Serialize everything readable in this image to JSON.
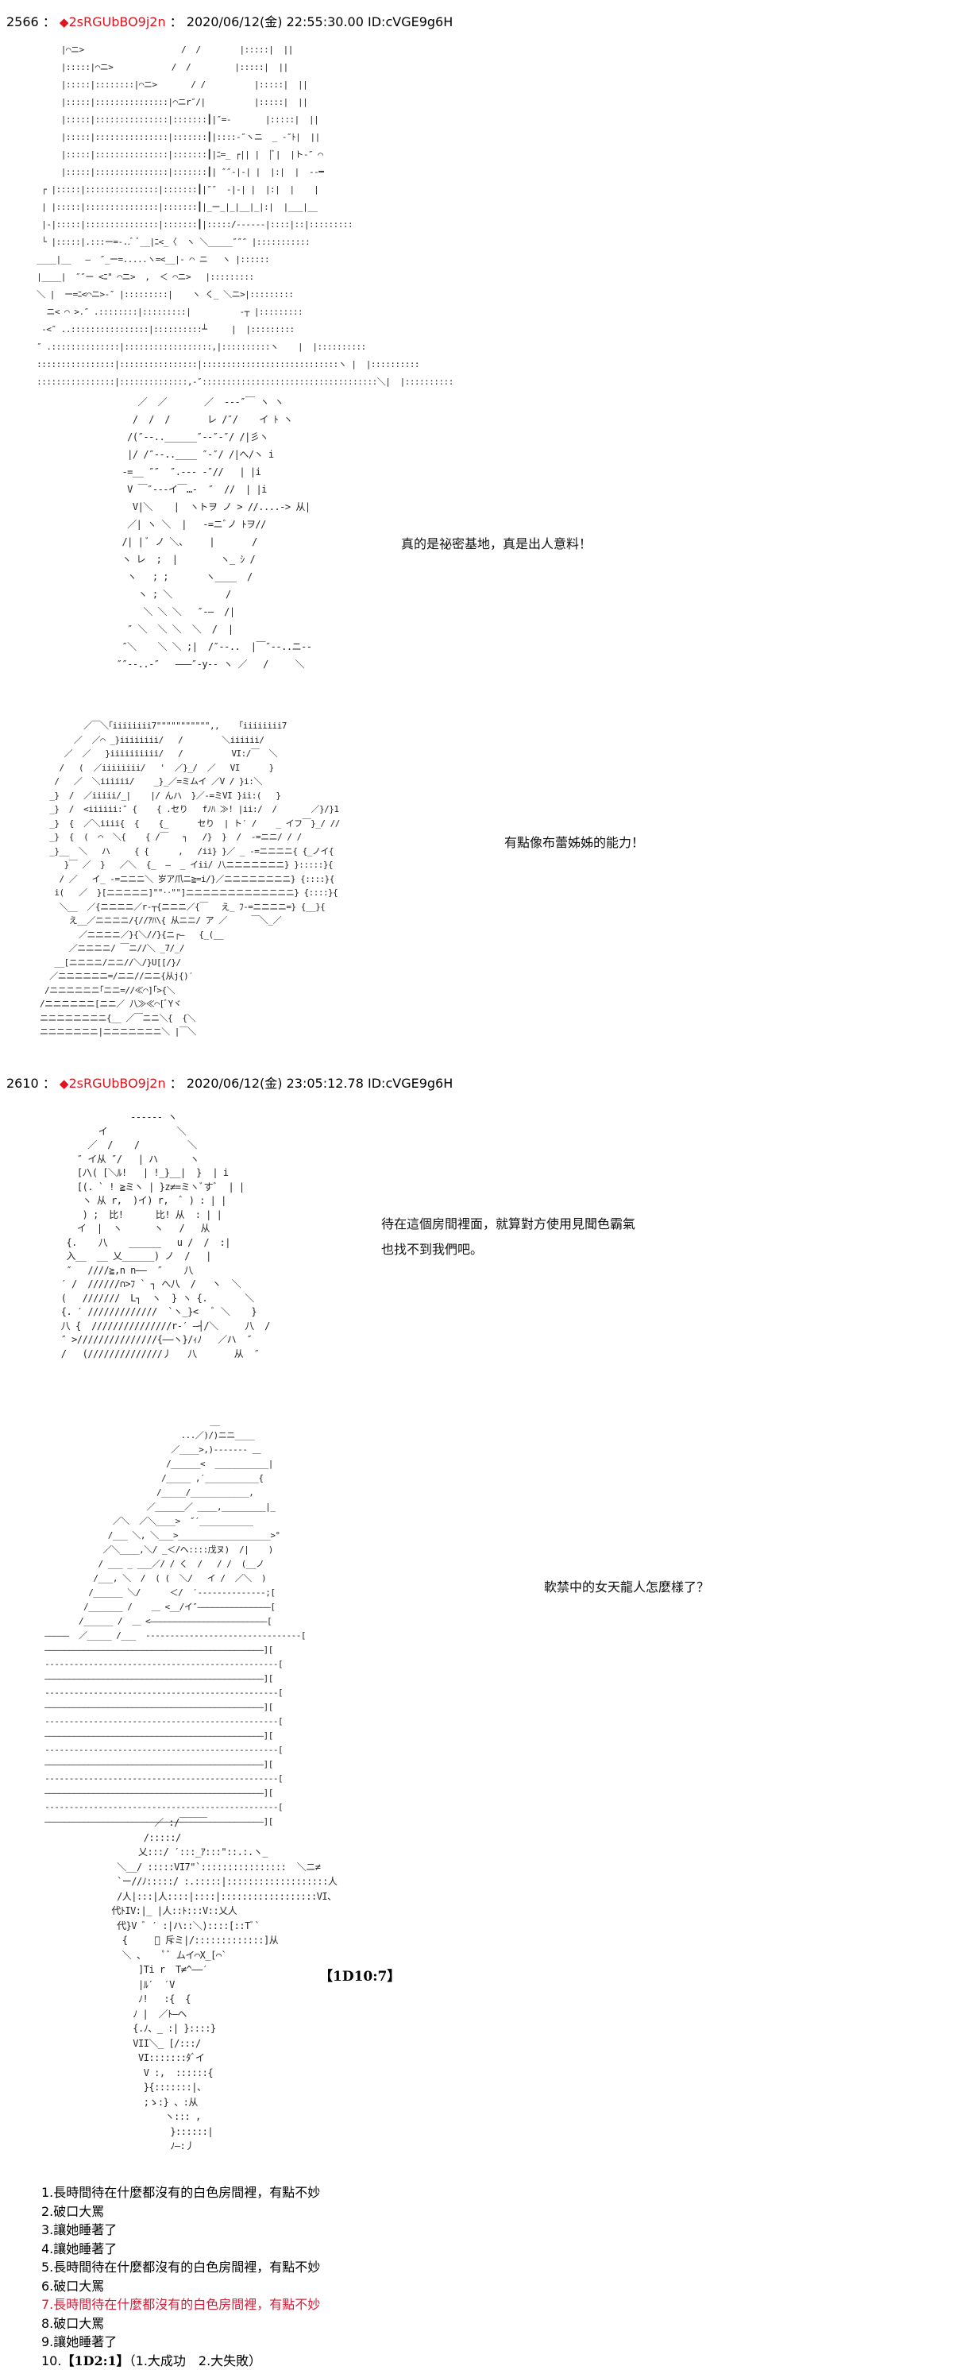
{
  "posts": [
    {
      "number": "2566",
      "separator": "：",
      "trip_marker": "◆",
      "trip": "2sRGUbBO9j2n",
      "separator2": "：",
      "datetime": "2020/06/12(金) 22:55:30.00",
      "id": "ID:cVGE9g6H"
    },
    {
      "number": "2610",
      "separator": "：",
      "trip_marker": "◆",
      "trip": "2sRGUbBO9j2n",
      "separator2": "：",
      "datetime": "2020/06/12(金) 23:05:12.78",
      "id": "ID:cVGE9g6H"
    }
  ],
  "art": {
    "cityscape": "      |⌒ニ>                    /  /        |:::::|  ||\n      |:::::|⌒ニ>            /  /         |:::::|  ||\n      |:::::|::::::::|⌒ニ>       / /          |:::::|  ||\n      |:::::|:::::::::::::::|⌒ニr″/|          |:::::|  ||\n      |:::::|:::::::::::::::|:::::::┃|″=-       |:::::|  ||\n      |:::::|:::::::::::::::|:::::::┃|::::-″ヽニ  _ -″ﾄ|  ||\n      |:::::|:::::::::::::::|:::::::┃|ﾆ=_ ┌|| |  |ﾞ|  |ト-″ ⌒\n      |:::::|:::::::::::::::|:::::::┃| ″″-|-| |  |:|  |  --━\n  ┌ |:::::|:::::::::::::::|:::::::┃|″″  -|-| |  |:|  |    |\n  | |:::::|:::::::::::::::|:::::::┃|_ー_|_|__|_|:|  |___|__\n  |-|:::::|:::::::::::::::|:::::::┃|:::::/------|::::|::|:::::::::\n  └ |:::::|.:::ー=-..ﾞ ﾞ__|ﾆ<_〈  ヽ ＼_____″″″ |:::::::::::\n ____|__   ―  ″_ー=.....ヽ=<__|- ⌒ ニ   ヽ |:::::: \n |____|  ″″ー <ﾆ\" ⌒ニ>  ,  ＜ ⌒ニ>   |:::::::::\n ＼ |  ー=ﾆ<⌒ニ>-″ |:::::::::|    ヽ く_ ＼ニ>|:::::::::\n   ニ< ⌒ >.″ .::::::::|:::::::::|          ‐┬ |:::::::::\n  -<″ ..::::::::::::::::|::::::::::┴     |  |:::::::::\n ″ .::::::::::::::|::::::::::::::::::,|::::::::::ヽ    |  |::::::::::\n ::::::::::::::::|::::::::::::::::|::::::::::::::::::::::::::::ヽ |  |::::::::::\n ::::::::::::::::|::::::::::::::,-″::::::::::::::::::::::::::::::::::::＼|  |::::::::::",
    "man_face": "     ／  ／       ／  -‐‐″￣ ヽ ヽ\n    /  /  /       レ /″/    イ ﾄ ヽ\n   /(″‐-..______″-‐″-″/ /|彡ヽ\n   |/ /″‐-..____ ″-″/ /|へ/ヽ i\n  ‐=__ ″″  ″.-‐- -″//   | |i\n   V ￣″‐‐‐イ￣…-  ″  //  | |i\n    V|＼    |  ヽトヲ ノ > //....-> 从|\n   ／| ヽ ＼  |   -=ニﾞノ ﾄヲ//\n  /| | ﾞ ノ ＼、    |       /\n  ヽ レ  ;  |        ヽ_ ｼ /\n   ヽ   ; ;       ヽ____  /\n     ヽ ; ＼          /\n      ＼ ＼ ＼   ″-―  /|\n   ″ ＼  ＼ ＼  ＼  /  |\n  ″＼    ＼ ＼ ;|  /″‐-..  |￣″‐-..ニ‐-\n ″″‐-..‐″   ―――″‐y‐- ヽ ／   /     ＼",
    "girl_gun": "         ／￣＼｢iiiiiiii7\"\"\"\"\"\"\"\"\"\"\",,    ｢iiiiiiii7\n       ／  ／⌒ _}iiiiiiii/   /        ＼iiiiii/\n     ／  ／   }iiiiiiiiii/   /          VI:/￣  ＼\n    /   (  ／iiiiiiii/   '  ／}_/  ／   VI      }\n   /   ／  ＼iiiiii/    _}_／=ミムイ ／V / }i:＼\n  _}  /  ／iiiii/_|    |/ んハ  }／-=ミVI }ii:(   }\n  _}  /  <iiiiii:″ {    { .セり   fﾉﾊ ≫! |ii:/  /       ／}/}1\n  _}  {  ／＼iiii{  {    {_      セり  | ト′ /    _ イフ￣}_/ //\n  _}  {  (  ⌒  ＼{    { /￣   ┐   /}  }  /  -=ニニ/ / /\n  _}__  ＼   ハ     { {      ,   /ii} }／ _ -=ニニニニ{ {_ノイ{\n     }￣ ／  }   ／＼  {_  ―  _ イii/ 八ニニニニニニニ} }:::::}{\n    / ／   イ_ -=ニニニ＼ 岁ア爪ニ≧=i/}／ニニニニニニニニ} {::::}{\n   i(   ／  }[ニニニニニ]\"\"‥\"\"]ニニニニニニニニニニニニニ} {::::}{\n    ＼__  ／{ニニニニ／r‐┬{ニニニ／{￣ 　え_ ﾌ-=ニニニニ=} {__}{\n      え__／ニニニニ/{//ｱﾊ\\{ 从ニニ/ ア ／     ￣＼_／\n        ／ニニニニ／}{＼//}{ニ┌―   {_(__\n      ／ニニニニ/ ￣ニ//＼ _7/_/\n   __[ニニニニ/ニニ//＼/}U[[/}/\n  ／ニニニニニニ=/ニニ//ニニ{从j{)′\n /ニニニニニニ｢ニニ=//≪⌒]｢>{＼\n/ニニニニニニ[ニニ／ 八≫≪⌒[ﾞYヾ\nニニニニニニニニ{__ ／￣ニニ＼{  {＼\nニニニニニニニ|ニニニニニニニ＼ |￣＼",
    "girl_worried": "              ------ ヽ\n        イ             ＼\n      ／  /    /         ＼\n    ″ イ从 ″/   | ハ      ヽ\n    [ﾉ\\( [＼ﾙ!   | !_}__|  }  | i\n    [(. ` ! ≧ミヽ | }z≠=ミヽﾞすﾞ  | |\n     ヽ 从 r,  )イ) r,  ﾞ ) : | |\n     ) ;  比!      比! 从  : | |\n    イ  |  ヽ      ヽ   /   从\n  {.    八    ______   u /  /  :|\n  入__  __ 乂______) ノ  /   |\n  ″   ////≧,n n――  ″    八\n ′ /  //////∩>ﾌ ` ┐ へ八  /   ヽ  ＼\n (   ///////  L┐  ヽ  } ヽ {.       ＼\n {. ′ /////////////  `ヽ_}<   ﾞ ＼    }\n 八 {  ///////////////r‐′ ―┤/＼     八  /\n ″ >///////////////{――ヽ}/ｨﾉ   ／ハ  ″\n /   (//////////////丿   八       从  ″",
    "dragon_hand": "                                   __\n                             ...／)/)ニニ____\n                           ／____>,)‐‐‐‐‐‐‐ ＿\n                          /______<  ___________|\n                         /_____ ,′___________{\n                        /_____/____________,\n                      ／______／ ____,_________|_\n               ／＼  ／＼____>  ″′___________\n              /___ ＼, ＼___>___________________>°\n             ／＼____,＼/ _＜/へ::::戊ヌ)  /|    )\n            / ___ _ ___／/ / く  /   / /  (__ノ\n           /___, ＼  /  ( (  ＼/   イ /  ／＼  )\n          /______ ＼/      ＜/  ′‐‐‐‐‐‐‐‐‐‐‐‐‐‐;[\n         /_______ /    ＿ <__/イ″―――――――――――――――[\n        /______ /  ＿ <――――――――――――――――――――――――[\n ―――――  ／_____ /___  ‐‐‐‐‐‐‐‐‐‐‐‐‐‐‐‐‐‐‐‐‐‐‐‐‐‐‐‐‐‐‐‐[\n ―――――――――――――――――――――――――――――――――――――――――――――][\n ‐‐‐‐‐‐‐‐‐‐‐‐‐‐‐‐‐‐‐‐‐‐‐‐‐‐‐‐‐‐‐‐‐‐‐‐‐‐‐‐‐‐‐‐‐‐‐‐[\n ―――――――――――――――――――――――――――――――――――――――――――――][\n ‐‐‐‐‐‐‐‐‐‐‐‐‐‐‐‐‐‐‐‐‐‐‐‐‐‐‐‐‐‐‐‐‐‐‐‐‐‐‐‐‐‐‐‐‐‐‐‐[\n ―――――――――――――――――――――――――――――――――――――――――――――][\n ‐‐‐‐‐‐‐‐‐‐‐‐‐‐‐‐‐‐‐‐‐‐‐‐‐‐‐‐‐‐‐‐‐‐‐‐‐‐‐‐‐‐‐‐‐‐‐‐[\n ―――――――――――――――――――――――――――――――――――――――――――――][\n ‐‐‐‐‐‐‐‐‐‐‐‐‐‐‐‐‐‐‐‐‐‐‐‐‐‐‐‐‐‐‐‐‐‐‐‐‐‐‐‐‐‐‐‐‐‐‐‐[\n ―――――――――――――――――――――――――――――――――――――――――――――][\n ‐‐‐‐‐‐‐‐‐‐‐‐‐‐‐‐‐‐‐‐‐‐‐‐‐‐‐‐‐‐‐‐‐‐‐‐‐‐‐‐‐‐‐‐‐‐‐‐[\n ―――――――――――――――――――――――――――――――――――――――――――――][\n ‐‐‐‐‐‐‐‐‐‐‐‐‐‐‐‐‐‐‐‐‐‐‐‐‐‐‐‐‐‐‐‐‐‐‐‐‐‐‐‐‐‐‐‐‐‐‐‐[\n ―――――――――――――――――――――――――――――――――――――――――――――][",
    "small_girl": "              ／ :/￣￣￣\n            /:::::/\n           乂:::/ ′:::_ｱ:::\"::.:.ヽ_\n       ＼__/ :::::VI7\"`::::::::::::::::  ＼ニ≠\n       `ー//ﾉ:::::/ :.:::::|:::::::::::::::::::人\n       /人|:::|人::::|::::|::::::::::::::::::VI、\n      代ﾄIV:|_ |人::ﾄ:::V::乂人\n       代}V ﾞ ′ :|ハ::＼)::::[::Tﾞ`\n        {     ﾞ 斥ミ|/:::::::::::::]从\n        ＼ 、   ﾟﾞ ムイ⌒X_[⌒`\n           ]Ti r  T≠^――′\n           |ﾙ′  ′V\n           ﾉ!   :{  {\n          ﾉ |  ／ﾄ―ヘ\n          {.ﾉ、_ :| }::::}\n          VII＼_ [/:::/\n           VI:::::::ﾀﾞイ\n            V :,  ::::::{\n            }{:::::::|、\n            ;ゝ:} 、:从\n                ヽ::: ,\n                 }::::::|\n                 ﾉ―:丿"
  },
  "dialogue": {
    "line1": "真的是祕密基地，真是出人意料！",
    "line2": "有點像布蕾姊姊的能力！",
    "line3a": "待在這個房間裡面，就算對方使用見聞色霸氣",
    "line3b": "也找不到我們吧。",
    "line4": "軟禁中的女天龍人怎麼樣了？"
  },
  "dice_roll": "【1D10:7】",
  "choices": [
    {
      "num": "1.",
      "text": "長時間待在什麼都沒有的白色房間裡，有點不妙",
      "highlight": false
    },
    {
      "num": "2.",
      "text": "破口大罵",
      "highlight": false
    },
    {
      "num": "3.",
      "text": "讓她睡著了",
      "highlight": false
    },
    {
      "num": "4.",
      "text": "讓她睡著了",
      "highlight": false
    },
    {
      "num": "5.",
      "text": "長時間待在什麼都沒有的白色房間裡，有點不妙",
      "highlight": false
    },
    {
      "num": "6.",
      "text": "破口大罵",
      "highlight": false
    },
    {
      "num": "7.",
      "text": "長時間待在什麼都沒有的白色房間裡，有點不妙",
      "highlight": true
    },
    {
      "num": "8.",
      "text": "破口大罵",
      "highlight": false
    },
    {
      "num": "9.",
      "text": "讓她睡著了",
      "highlight": false
    },
    {
      "num": "10.",
      "dice": "【1D2:1】",
      "text": "（1.大成功　2.大失敗）",
      "highlight": false
    }
  ],
  "colors": {
    "trip": "#e0141e",
    "highlight_choice": "#d0203a",
    "text": "#000000",
    "background": "#ffffff"
  }
}
